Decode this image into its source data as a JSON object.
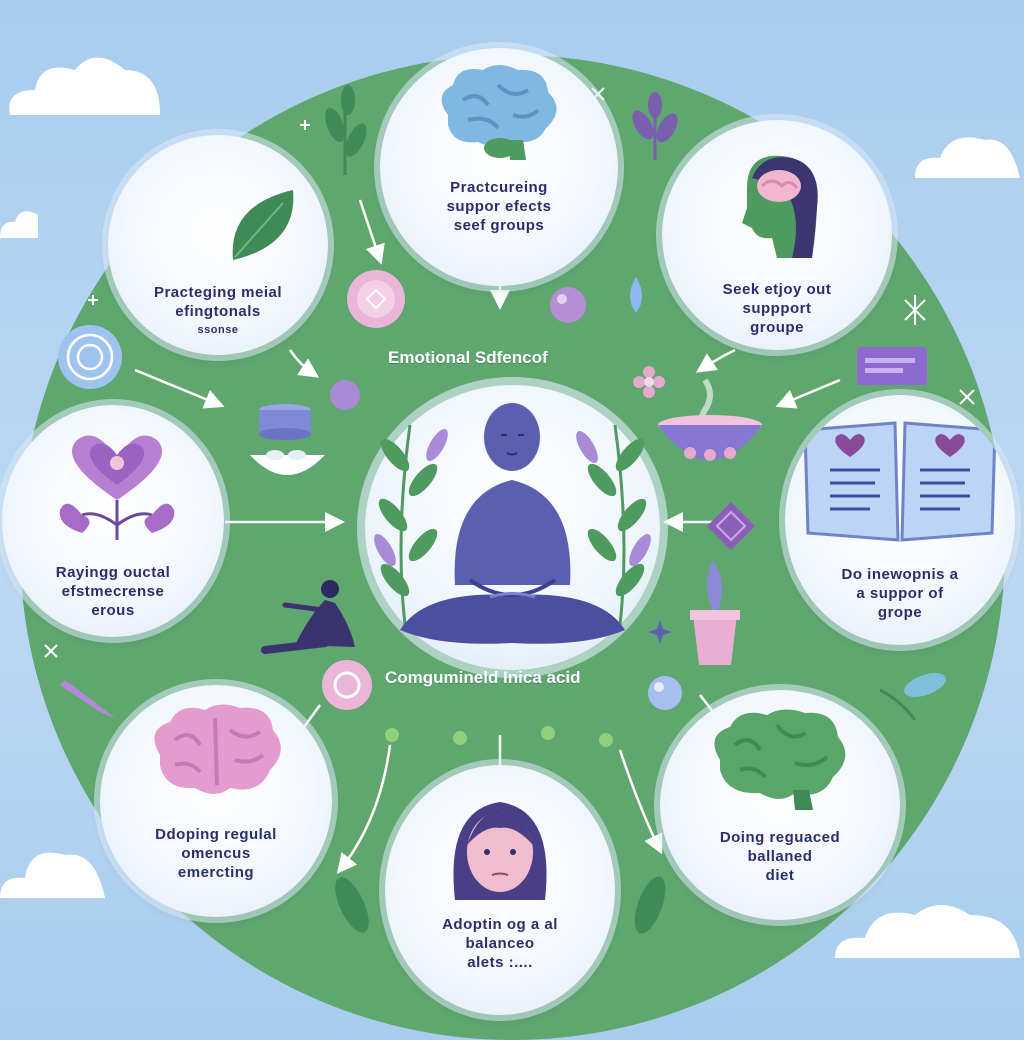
{
  "center": {
    "top_label": "Emotional Sdfencof",
    "bottom_label": "Comgumineld Inica acid"
  },
  "nodes": [
    {
      "id": "top",
      "lines": [
        "Practcureing",
        "suppor efects",
        "seef groups"
      ]
    },
    {
      "id": "upper-left",
      "lines": [
        "Practeging meial",
        "efingtonals",
        "ssonse"
      ]
    },
    {
      "id": "upper-right",
      "lines": [
        "Seek etjoy out",
        "suppport",
        "groupe"
      ]
    },
    {
      "id": "left",
      "lines": [
        "Rayingg ouctal",
        "efstmecrense",
        "erous"
      ]
    },
    {
      "id": "right",
      "lines": [
        "Do inewopnis a",
        "a suppor of",
        "grope"
      ]
    },
    {
      "id": "lower-left",
      "lines": [
        "Ddoping regulal",
        "omencus",
        "emercting"
      ]
    },
    {
      "id": "bottom",
      "lines": [
        "Adoptin og a al",
        "balanceo",
        "alets :...."
      ]
    },
    {
      "id": "lower-right",
      "lines": [
        "Doing reguaced",
        "ballaned",
        "diet"
      ]
    }
  ],
  "colors": {
    "sky": "#a9cdee",
    "green_disc": "#5fa66f",
    "figure": "#5a5fb0",
    "accent_purple": "#9a6fc7",
    "accent_pink": "#e7a8cf",
    "leaf_green": "#4f9a5e",
    "text": "#2a2f6b"
  }
}
